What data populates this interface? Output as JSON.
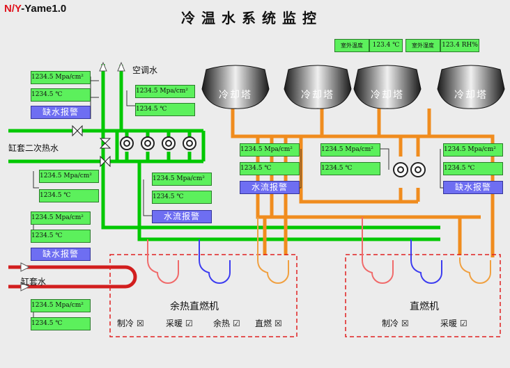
{
  "app": {
    "brand_prefix": "N/Y",
    "brand_suffix": "-Yame1.0"
  },
  "title": "冷温水系统监控",
  "outdoor": {
    "temp_label": "室外温度",
    "temp_value": "123.4 ℃",
    "humidity_label": "室外湿度",
    "humidity_value": "123.4 RH%"
  },
  "towers": [
    "冷却塔",
    "冷却塔",
    "冷却塔",
    "冷却塔"
  ],
  "labels": {
    "ac_water": "空调水",
    "secondary_hot_water": "缸套二次热水",
    "jacket_water": "缸套水"
  },
  "panels": {
    "ac_supply": {
      "pressure": "1234.5  Mpa/cm²",
      "temp": "1234.5   ℃",
      "alarm": "缺水报警"
    },
    "ac_pump": {
      "pressure": "1234.5  Mpa/cm²",
      "temp": "1234.5   ℃"
    },
    "secondary": {
      "pressure": "1234.5  Mpa/cm²",
      "temp": "1234.5    ℃"
    },
    "pump_flow": {
      "pressure": "1234.5  Mpa/cm²",
      "temp": "1234.5   ℃",
      "alarm": "水流报警"
    },
    "jacket_upper": {
      "pressure": "1234.5  Mpa/cm²",
      "temp": "1234.5   ℃",
      "alarm": "缺水报警"
    },
    "jacket_lower": {
      "pressure": "1234.5  Mpa/cm²",
      "temp": "1234.5   ℃"
    },
    "tower_left": {
      "pressure": "1234.5  Mpa/cm²",
      "temp": "1234.5    ℃",
      "alarm": "水流报警"
    },
    "tower_mid": {
      "pressure": "1234.5  Mpa/cm²",
      "temp": "1234.5    ℃"
    },
    "tower_right": {
      "pressure": "1234.5  Mpa/cm²",
      "temp": "1234.5    ℃",
      "alarm": "缺水报警"
    }
  },
  "units": {
    "unit1": {
      "name": "余热直燃机",
      "modes": [
        "制冷",
        "采暖",
        "余热",
        "直燃"
      ],
      "states": [
        "x",
        "v",
        "v",
        "x"
      ]
    },
    "unit2": {
      "name": "直燃机",
      "modes": [
        "制冷",
        "采暖"
      ],
      "states": [
        "x",
        "v"
      ]
    }
  },
  "colors": {
    "green_pipe": "#00c800",
    "orange_pipe": "#f08c1e",
    "red_pipe": "#d21e1e",
    "alarm_blue": "#6e6ef2",
    "display_green": "#5cf05c"
  }
}
